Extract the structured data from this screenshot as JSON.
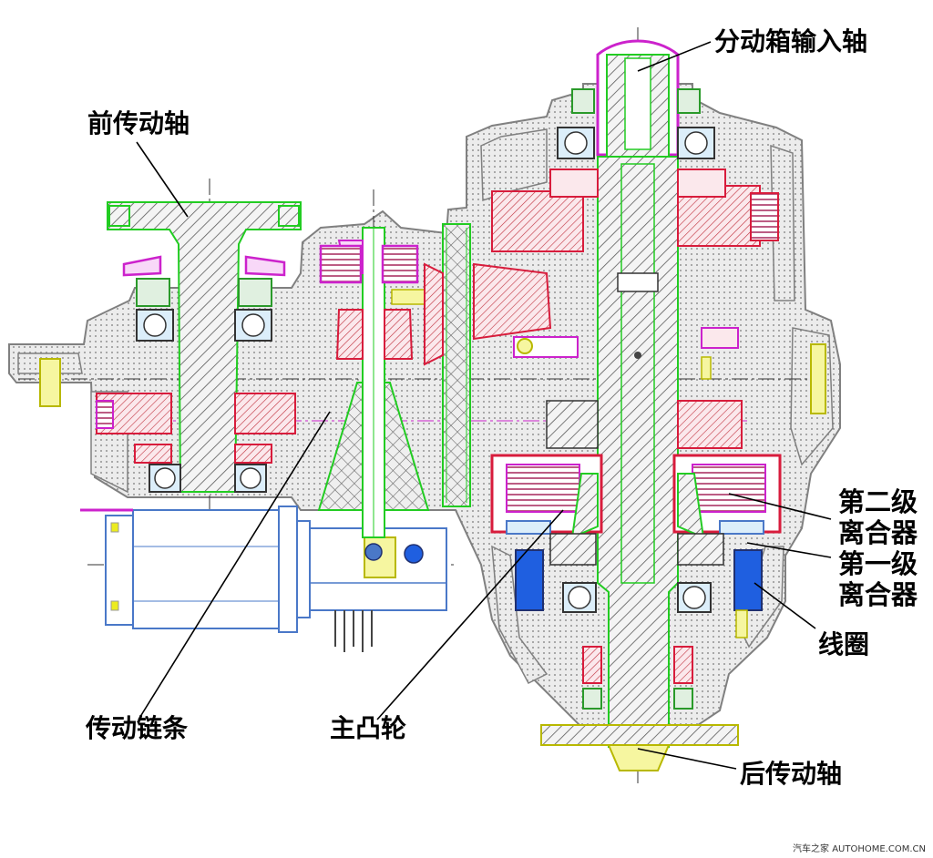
{
  "labels": {
    "transfer_input_shaft": "分动箱输入轴",
    "front_drive_shaft": "前传动轴",
    "clutch_stage2_line1": "第二级",
    "clutch_stage2_line2": "离合器",
    "clutch_stage1_line1": "第一级",
    "clutch_stage1_line2": "离合器",
    "coil": "线圈",
    "drive_chain": "传动链条",
    "main_cam": "主凸轮",
    "rear_drive_shaft": "后传动轴"
  },
  "watermark": "汽车之家 AUTOHOME.COM.CN",
  "colors": {
    "housing": "#8c8c8c",
    "shaft_outline": "#22cc22",
    "gear_red": "#d81c3c",
    "clutch_magenta": "#cc22cc",
    "coil_blue": "#1f5fe0",
    "motor_blue": "#4a78c8",
    "bolt_yellow": "#ecec20",
    "hatch": "#555555"
  }
}
